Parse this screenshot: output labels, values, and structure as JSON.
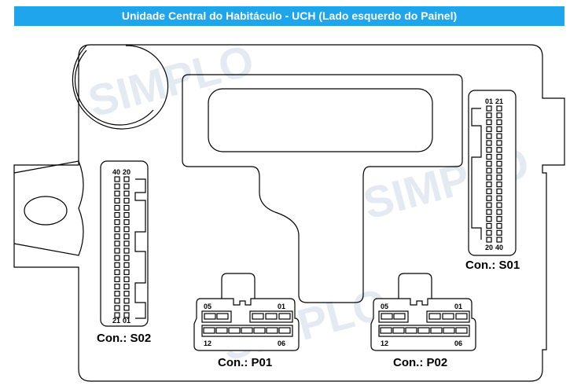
{
  "title": "Unidade Central do Habitáculo - UCH (Lado esquerdo do Painel)",
  "watermark": "SIMPLO",
  "connectors": {
    "s02": {
      "label": "Con.: S02",
      "top_left": "40",
      "top_right": "20",
      "bottom_left": "21",
      "bottom_right": "01"
    },
    "s01": {
      "label": "Con.: S01",
      "top_left": "01",
      "top_right": "21",
      "bottom_left": "20",
      "bottom_right": "40"
    },
    "p01": {
      "label": "Con.: P01",
      "top_left": "05",
      "top_right": "01",
      "bottom_left": "12",
      "bottom_right": "06"
    },
    "p02": {
      "label": "Con.: P02",
      "top_left": "05",
      "top_right": "01",
      "bottom_left": "12",
      "bottom_right": "06"
    }
  },
  "colors": {
    "title_bg": "#1ea5ec"
  }
}
